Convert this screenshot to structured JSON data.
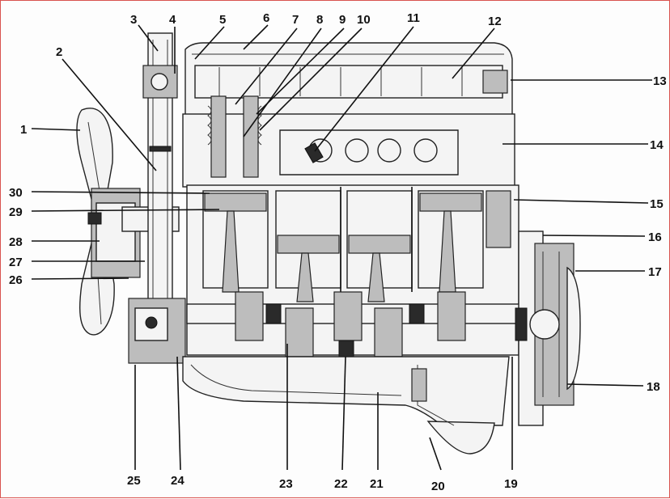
{
  "diagram": {
    "colors": {
      "ink": "#111111",
      "frame": "#d9534f",
      "metal_light": "#f4f4f4",
      "metal_mid": "#bdbdbd",
      "metal_dark": "#2a2a2a"
    },
    "callouts": [
      {
        "label": "1"
      },
      {
        "label": "2"
      },
      {
        "label": "3"
      },
      {
        "label": "4"
      },
      {
        "label": "5"
      },
      {
        "label": "6"
      },
      {
        "label": "7"
      },
      {
        "label": "8"
      },
      {
        "label": "9"
      },
      {
        "label": "10"
      },
      {
        "label": "11"
      },
      {
        "label": "12"
      },
      {
        "label": "13"
      },
      {
        "label": "14"
      },
      {
        "label": "15"
      },
      {
        "label": "16"
      },
      {
        "label": "17"
      },
      {
        "label": "18"
      },
      {
        "label": "19"
      },
      {
        "label": "20"
      },
      {
        "label": "21"
      },
      {
        "label": "22"
      },
      {
        "label": "23"
      },
      {
        "label": "24"
      },
      {
        "label": "25"
      },
      {
        "label": "26"
      },
      {
        "label": "27"
      },
      {
        "label": "28"
      },
      {
        "label": "29"
      },
      {
        "label": "30"
      }
    ]
  }
}
